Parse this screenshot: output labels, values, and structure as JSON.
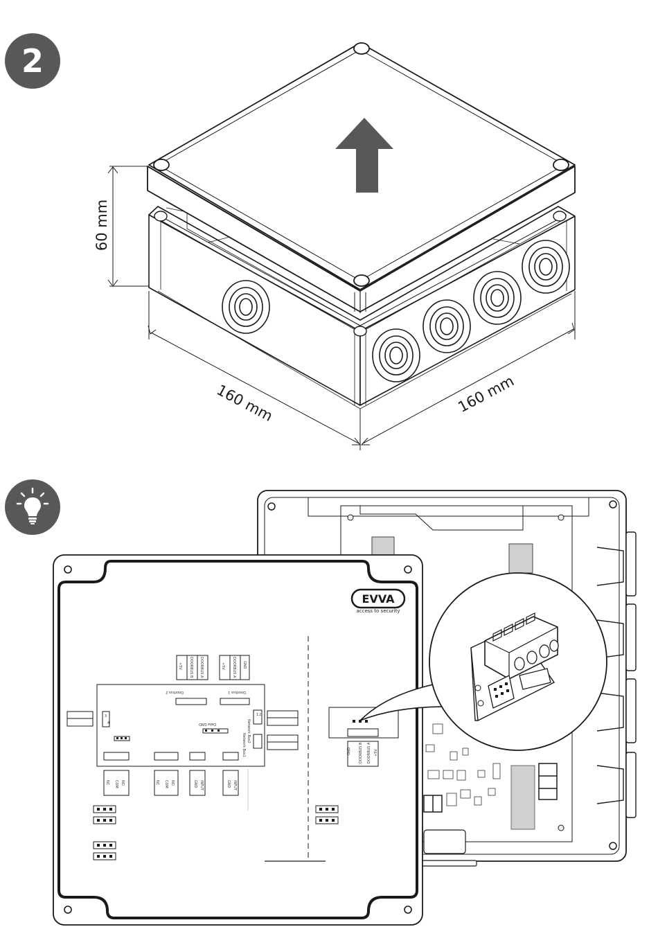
{
  "step": {
    "number": "2"
  },
  "dimensions": {
    "height": "60 mm",
    "width": "160 mm",
    "depth": "160 mm"
  },
  "icons": {
    "step": "step-number-badge",
    "tip": "lightbulb-icon",
    "direction": "arrow-up-icon"
  },
  "board": {
    "brand": "EVVA",
    "tagline": "access to security",
    "doorbus1": "Doorbus 1",
    "doorbus2": "Doorbus 2",
    "network_bus1": "Network Bus1",
    "network_bus2": "Network Bus2",
    "data_gnd": "Data GND",
    "gnd": "GND",
    "input": "INPUT",
    "nc": "NC",
    "com": "COM",
    "no": "NO",
    "plus5v": "+5V",
    "doorbus_a": "DOORBUS A",
    "doorbus_b": "DOORBUS B",
    "pin1": "1",
    "pin2": "2",
    "pin3": "3",
    "pin4": "4"
  },
  "colors": {
    "badge": "#58585a",
    "arrow": "#58585a",
    "line": "#1a1a1a"
  }
}
